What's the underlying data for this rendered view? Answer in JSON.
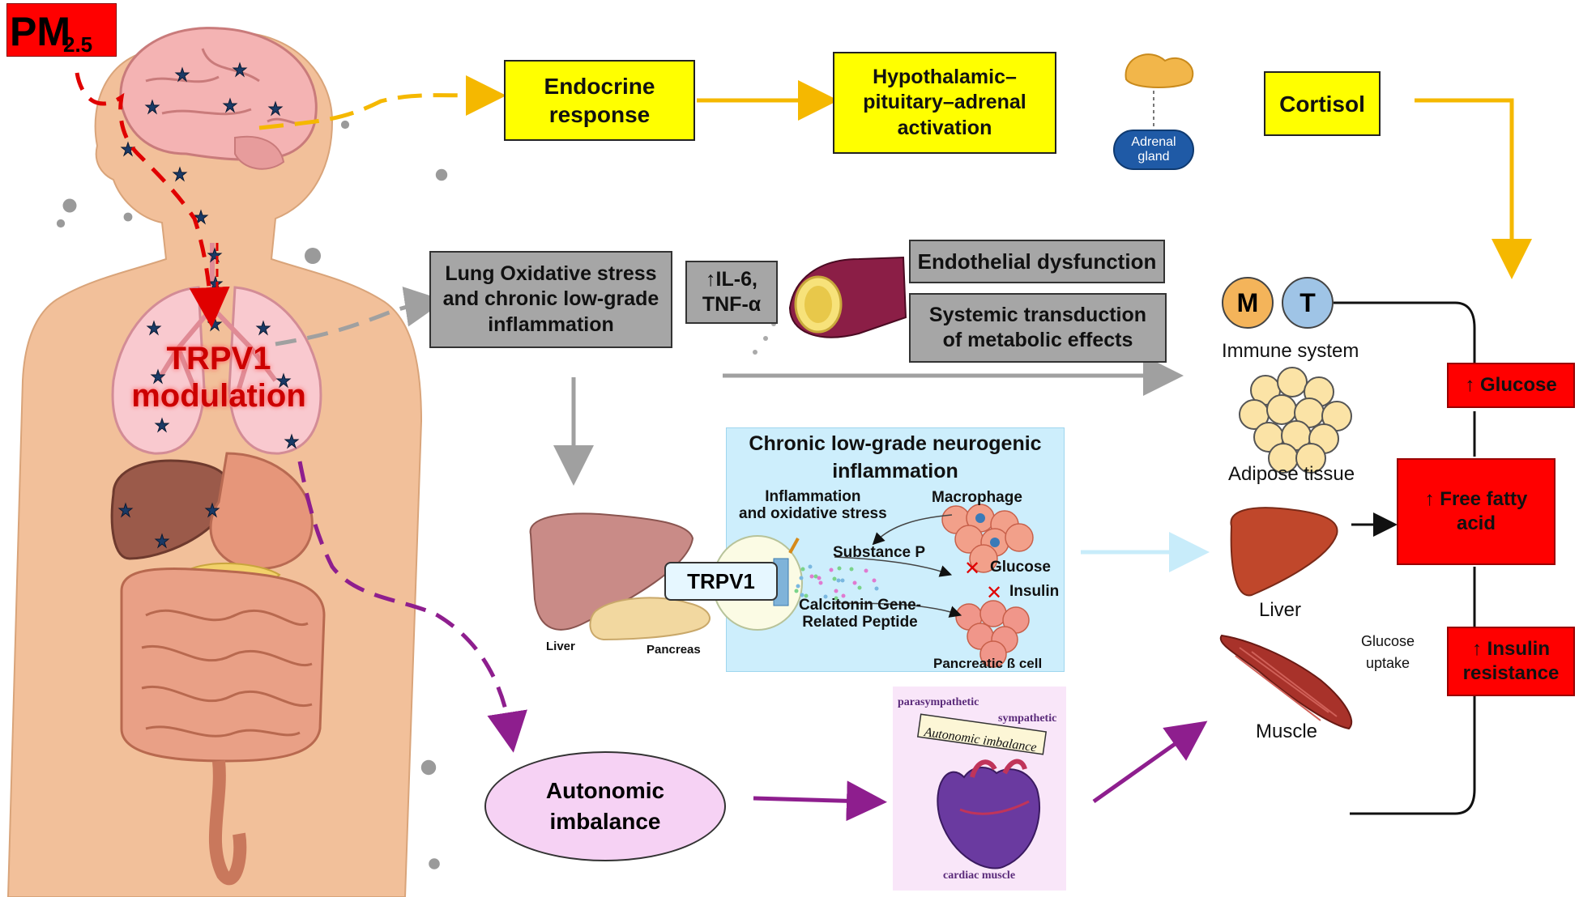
{
  "pm": {
    "main": "PM",
    "sub": "2.5"
  },
  "trpv1_modulation": {
    "line1": "TRPV1",
    "line2": "modulation"
  },
  "endocrine": {
    "line1": "Endocrine",
    "line2": "response"
  },
  "hpa": {
    "line1": "Hypothalamic–",
    "line2": "pituitary–adrenal",
    "line3": "activation"
  },
  "adrenal": {
    "line1": "Adrenal",
    "line2": "gland"
  },
  "cortisol": "Cortisol",
  "lung": {
    "line1": "Lung Oxidative stress",
    "line2": "and chronic low-grade",
    "line3": "inflammation"
  },
  "cytokines": {
    "line1": "↑IL-6,",
    "line2": "TNF-α"
  },
  "endothelial": "Endothelial dysfunction",
  "systemic": {
    "line1": "Systemic transduction",
    "line2": "of metabolic effects"
  },
  "immune": {
    "m": "M",
    "t": "T",
    "label": "Immune system"
  },
  "adipose": "Adipose tissue",
  "liver_right": "Liver",
  "muscle": "Muscle",
  "glucose_uptake": {
    "line1": "Glucose",
    "line2": "uptake"
  },
  "glucose_box": "↑ Glucose",
  "ffa": {
    "line1": "↑ Free fatty",
    "line2": "acid"
  },
  "insulin_res": {
    "line1": "↑ Insulin",
    "line2": "resistance"
  },
  "neurogenic": {
    "title1": "Chronic low-grade neurogenic",
    "title2": "inflammation",
    "inflammation1": "Inflammation",
    "inflammation2": "and oxidative stress",
    "macrophage": "Macrophage",
    "substance_p": "Substance P",
    "glucose": "Glucose",
    "insulin": "Insulin",
    "cgrp1": "Calcitonin Gene-",
    "cgrp2": "Related Peptide",
    "beta_cell": "Pancreatic ß cell",
    "trpv1": "TRPV1",
    "liver": "Liver",
    "pancreas": "Pancreas"
  },
  "autonomic": {
    "line1": "Autonomic",
    "line2": "imbalance"
  },
  "heart_panel": {
    "parasympathetic": "parasympathetic",
    "sympathetic": "sympathetic",
    "banner": "Autonomic imbalance",
    "cardiac": "cardiac muscle"
  }
}
